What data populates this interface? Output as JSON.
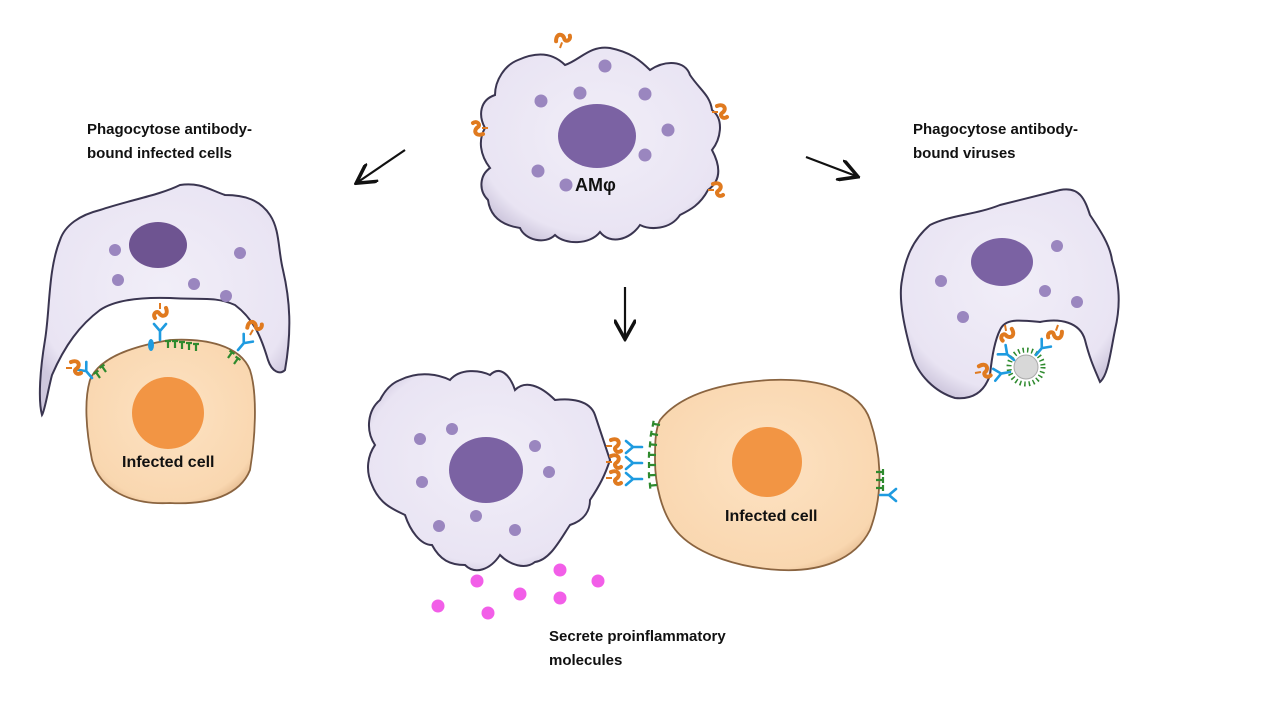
{
  "labels": {
    "center_cell": "AMφ",
    "left_caption_line1": "Phagocytose antibody-",
    "left_caption_line2": "bound infected cells",
    "right_caption_line1": "Phagocytose antibody-",
    "right_caption_line2": "bound viruses",
    "bottom_caption_line1": "Secrete proinflammatory",
    "bottom_caption_line2": "molecules",
    "infected_cell_left": "Infected cell",
    "infected_cell_bottom": "Infected cell"
  },
  "colors": {
    "macrophage_fill": "#ece8f5",
    "macrophage_outline": "#3a3550",
    "nucleus": "#7b62a3",
    "granule": "#9a86bf",
    "receptor": "#e07a1f",
    "antibody": "#1e9be0",
    "antigen": "#2e8a2e",
    "infected_fill": "#fbdcb8",
    "infected_outline": "#8a6440",
    "infected_nucleus": "#f29544",
    "cytokine": "#f25ee8",
    "virus": "#d8d8d8"
  },
  "arrows": [
    {
      "name": "arrow-to-left",
      "direction": "down-left"
    },
    {
      "name": "arrow-to-right",
      "direction": "down-right"
    },
    {
      "name": "arrow-down",
      "direction": "down"
    }
  ]
}
